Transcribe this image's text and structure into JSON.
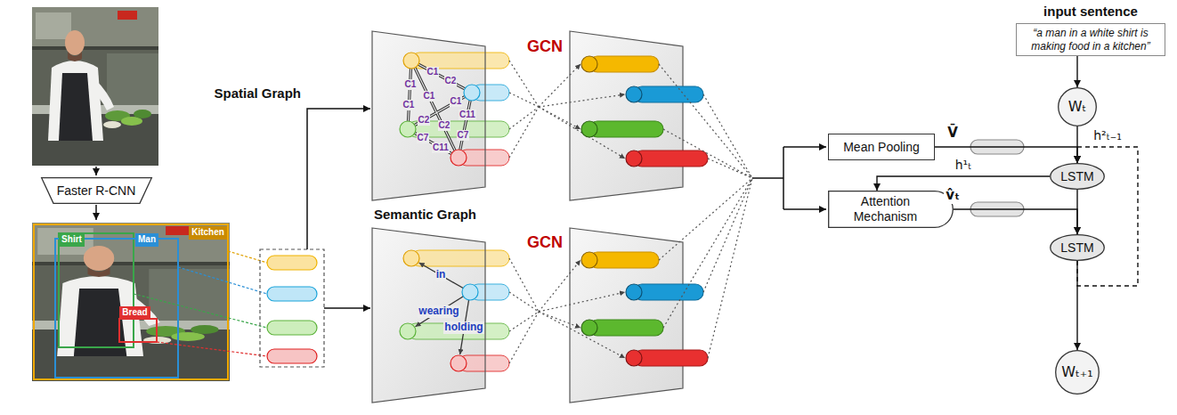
{
  "diagram": {
    "nodes": [
      {
        "text": [
          "Faster R-CNN"
        ]
      },
      {
        "text": [
          "Shirt"
        ]
      },
      {
        "text": [
          "Man"
        ]
      },
      {
        "text": [
          "Kitchen"
        ]
      },
      {
        "text": [
          "Bread"
        ]
      },
      {
        "text": [
          "Spatial Graph"
        ]
      },
      {
        "text": [
          "Semantic Graph"
        ]
      },
      {
        "text": [
          "input sentence",
          "“a man in a white shirt is making food in a kitchen”"
        ]
      },
      {
        "text": [
          "Wₜ"
        ]
      },
      {
        "text": [
          "Mean Pooling"
        ]
      },
      {
        "text": [
          "LSTM"
        ]
      },
      {
        "text": [
          "Attention Mechanism"
        ]
      },
      {
        "text": [
          "LSTM"
        ]
      },
      {
        "text": [
          "Wₜ₊₁"
        ]
      }
    ],
    "edges": [
      {
        "from": 7,
        "to": 8,
        "arrow": "to"
      },
      {
        "from": 8,
        "to": 10,
        "arrow": "to"
      },
      {
        "from": 9,
        "to": 10,
        "arrow": "to"
      },
      {
        "from": 10,
        "to": 11,
        "label": "h¹ₜ",
        "arrow": "to"
      },
      {
        "from": 11,
        "to": 12,
        "arrow": "to"
      },
      {
        "from": 10,
        "to": 12,
        "arrow": "to"
      },
      {
        "from": 12,
        "to": 13,
        "arrow": "to"
      },
      {
        "from": 12,
        "to": 10,
        "label": "h²ₜ₋₁",
        "arrow": "to"
      }
    ],
    "labels": [
      "GCN",
      "GCN",
      "C1",
      "C2",
      "C1",
      "C1",
      "C1",
      "C2",
      "C1",
      "C2",
      "C11",
      "C7",
      "C7",
      "C11",
      "in",
      "wearing",
      "holding",
      "V̄",
      "v̂ₜ"
    ]
  }
}
